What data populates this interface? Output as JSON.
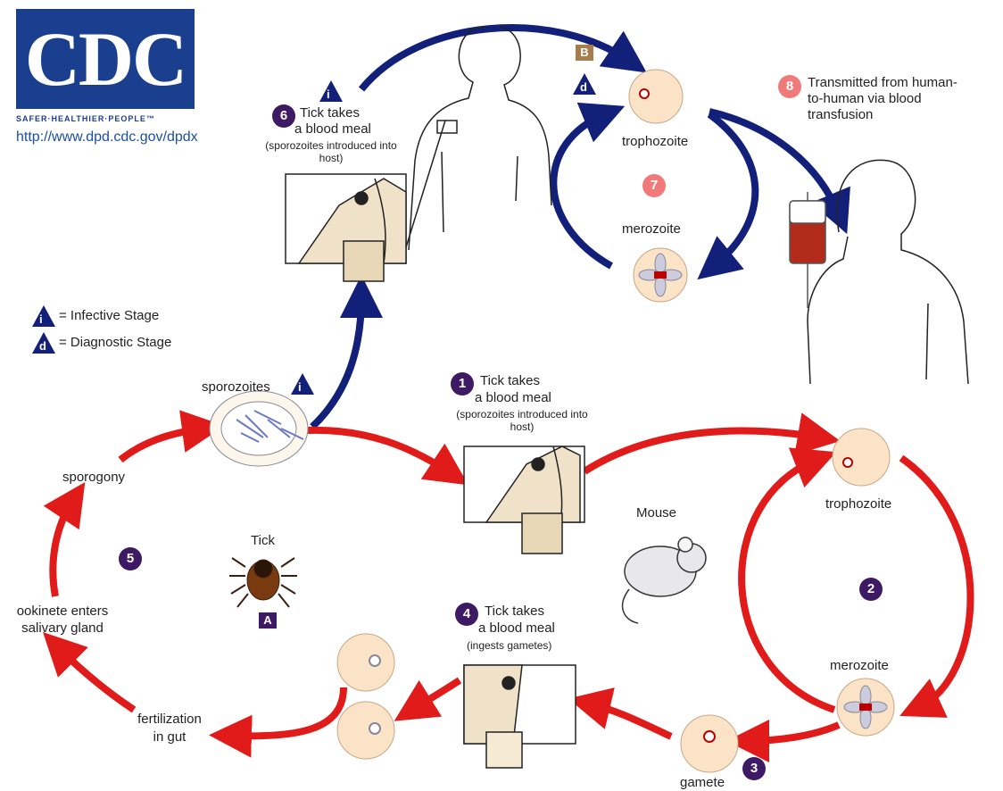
{
  "logo": {
    "text": "CDC",
    "tagline": "SAFER·HEALTHIER·PEOPLE™",
    "url": "http://www.dpd.cdc.gov/dpdx"
  },
  "legend": {
    "infective_letter": "i",
    "infective": "= Infective Stage",
    "diagnostic_letter": "d",
    "diagnostic": "= Diagnostic Stage"
  },
  "human_cycle": {
    "step6_num": "6",
    "step6_line1": "Tick takes",
    "step6_line2": "a blood meal",
    "step6_sub": "(sporozoites introduced into host)",
    "stage_letter": "B",
    "trophozoite": "trophozoite",
    "merozoite": "merozoite",
    "step7_num": "7",
    "step8_num": "8",
    "step8_text": "Transmitted from human-to-human via blood transfusion"
  },
  "mouse_cycle": {
    "step1_num": "1",
    "step1_line1": "Tick takes",
    "step1_line2": "a blood meal",
    "step1_sub": "(sporozoites introduced into host)",
    "trophozoite": "trophozoite",
    "merozoite": "merozoite",
    "step2_num": "2",
    "step3_num": "3",
    "gamete": "gamete",
    "mouse": "Mouse",
    "step4_num": "4",
    "step4_line1": "Tick takes",
    "step4_line2": "a blood meal",
    "step4_sub": "(ingests gametes)"
  },
  "tick_cycle": {
    "sporozoites": "sporozoites",
    "sporogony": "sporogony",
    "step5_num": "5",
    "tick": "Tick",
    "stage_letter": "A",
    "ookinete_line1": "ookinete enters",
    "ookinete_line2": "salivary gland",
    "fertilization_line1": "fertilization",
    "fertilization_line2": "in gut"
  },
  "colors": {
    "blue_arrow": "#12207a",
    "red_arrow": "#e11a1a",
    "cell": "#fbe3c8",
    "purple": "#3d1a63",
    "pink": "#f07a7a"
  }
}
